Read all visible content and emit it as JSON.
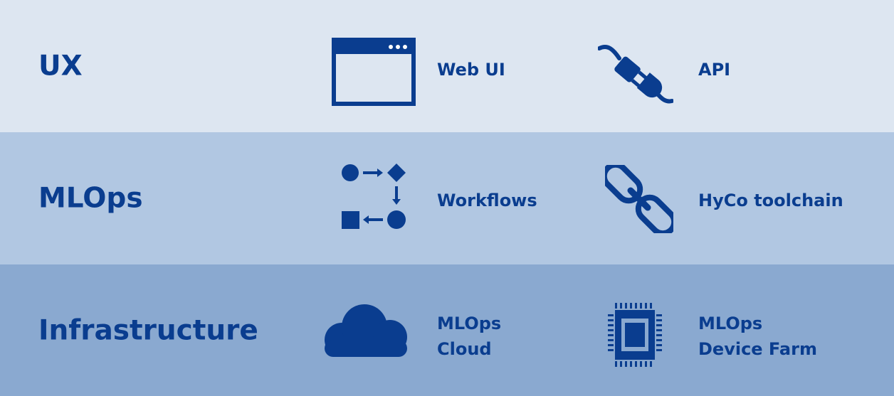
{
  "colors": {
    "text": "#0a3d8f",
    "row_ux_bg": "#dde6f1",
    "row_mlops_bg": "#b1c7e2",
    "row_infra_bg": "#8aa9d0"
  },
  "rows": [
    {
      "title": "UX",
      "items": [
        {
          "icon": "browser-window-icon",
          "label_lines": [
            "Web UI"
          ]
        },
        {
          "icon": "plug-icon",
          "label_lines": [
            "API"
          ]
        }
      ]
    },
    {
      "title": "MLOps",
      "items": [
        {
          "icon": "workflow-icon",
          "label_lines": [
            "Workflows"
          ]
        },
        {
          "icon": "chain-link-icon",
          "label_lines": [
            "HyCo toolchain"
          ]
        }
      ]
    },
    {
      "title": "Infrastructure",
      "items": [
        {
          "icon": "cloud-icon",
          "label_lines": [
            "MLOps",
            "Cloud"
          ]
        },
        {
          "icon": "chip-icon",
          "label_lines": [
            "MLOps",
            "Device Farm"
          ]
        }
      ]
    }
  ]
}
